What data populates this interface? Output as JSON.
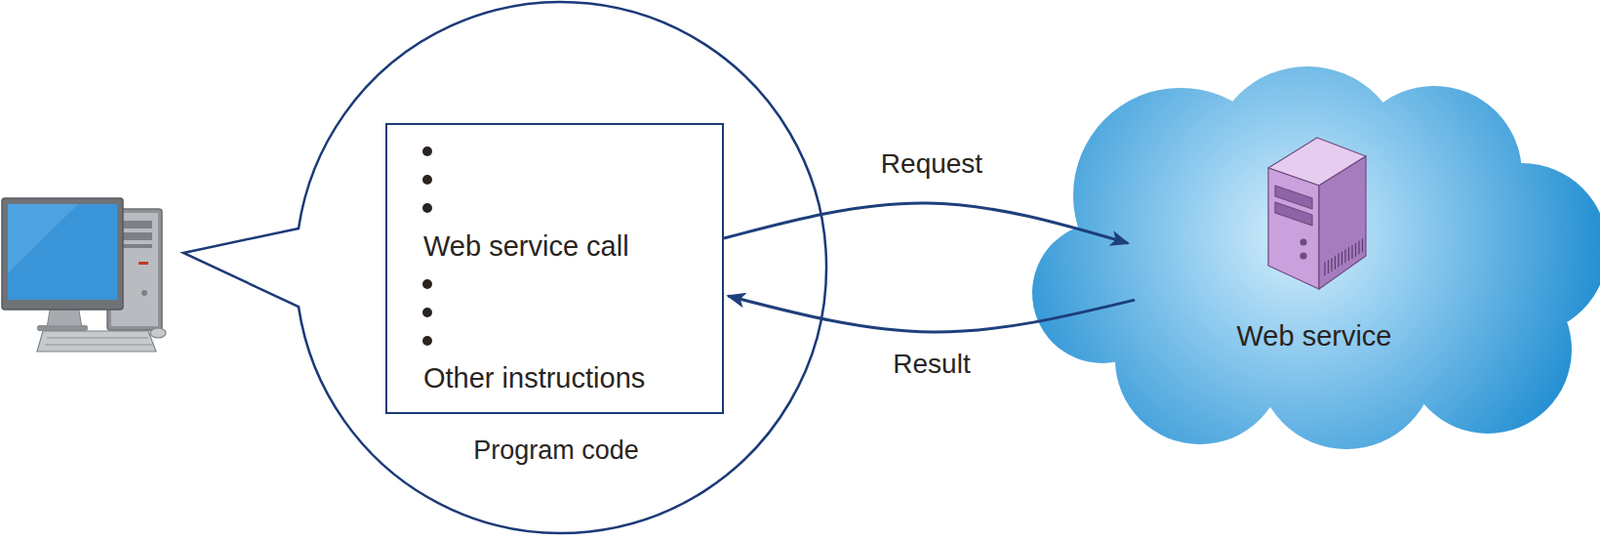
{
  "diagram": {
    "nodes": [
      {
        "text": [
          "Web service call",
          "Other instructions",
          "Program code"
        ]
      },
      {
        "text": [
          "Web service"
        ]
      }
    ],
    "edges": [
      {
        "from": 0,
        "to": 1,
        "label": "Request",
        "arrow": "to"
      },
      {
        "from": 1,
        "to": 0,
        "label": "Result",
        "arrow": "to"
      }
    ]
  }
}
